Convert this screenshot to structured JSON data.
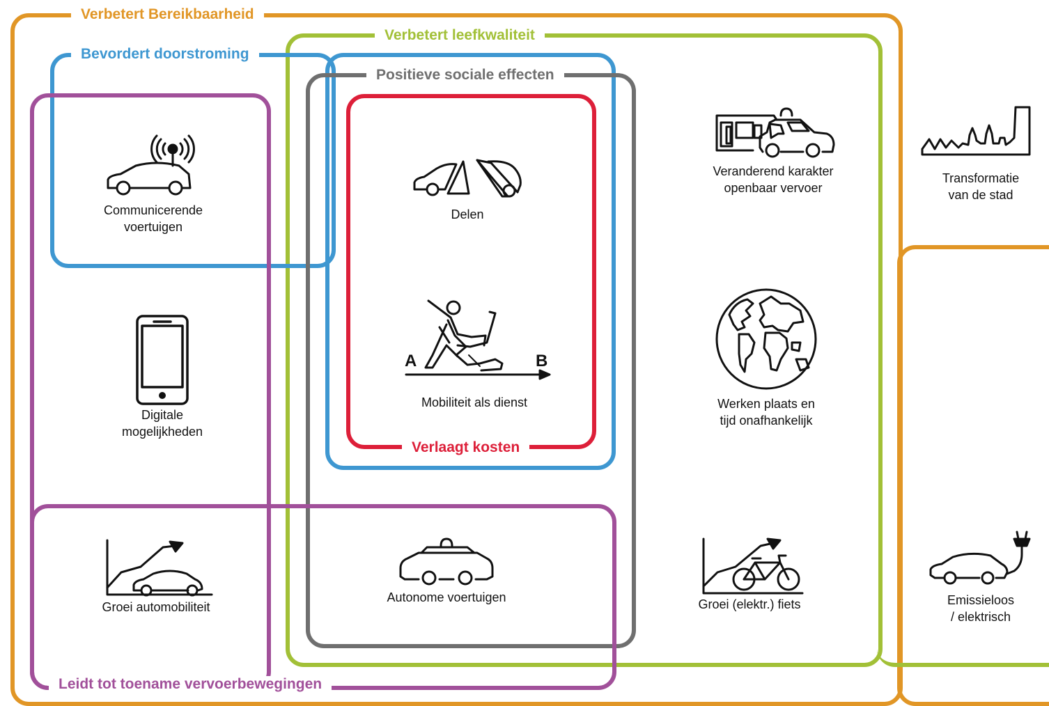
{
  "colors": {
    "orange": "#E19626",
    "green": "#A2C037",
    "blue": "#3E97D1",
    "gray": "#6F6F6F",
    "red": "#DD1F39",
    "purple": "#A1509A",
    "icon": "#111111"
  },
  "groups": {
    "bereikbaarheid": "Verbetert Bereikbaarheid",
    "leefkwaliteit": "Verbetert leefkwaliteit",
    "doorstroming": "Bevordert doorstroming",
    "sociaal": "Positieve sociale effecten",
    "kosten": "Verlaagt kosten",
    "vervoerbewegingen": "Leidt tot toename vervoerbewegingen"
  },
  "nodes": {
    "communicerende": {
      "line1": "Communicerende",
      "line2": "voertuigen",
      "icon": "connected-car-icon"
    },
    "digitale": {
      "line1": "Digitale",
      "line2": "mogelijkheden",
      "icon": "smartphone-icon"
    },
    "groei_auto": {
      "line1": "Groei automobiliteit",
      "icon": "car-growth-chart-icon"
    },
    "delen": {
      "line1": "Delen",
      "icon": "shared-car-icon"
    },
    "maas": {
      "line1": "Mobiliteit als dienst",
      "icon": "person-a-to-b-icon",
      "point_a": "A",
      "point_b": "B"
    },
    "autonome": {
      "line1": "Autonome voertuigen",
      "icon": "autonomous-car-icon"
    },
    "ov": {
      "line1": "Veranderend karakter",
      "line2": "openbaar vervoer",
      "icon": "bus-taxi-icon"
    },
    "werken": {
      "line1": "Werken plaats en",
      "line2": "tijd onafhankelijk",
      "icon": "globe-icon"
    },
    "fiets": {
      "line1": "Groei (elektr.) fiets",
      "icon": "bike-growth-chart-icon"
    },
    "stad": {
      "line1": "Transformatie",
      "line2": "van de stad",
      "icon": "city-skyline-icon"
    },
    "emissieloos": {
      "line1": "Emissieloos",
      "line2": "/ elektrisch",
      "icon": "electric-car-icon"
    }
  }
}
